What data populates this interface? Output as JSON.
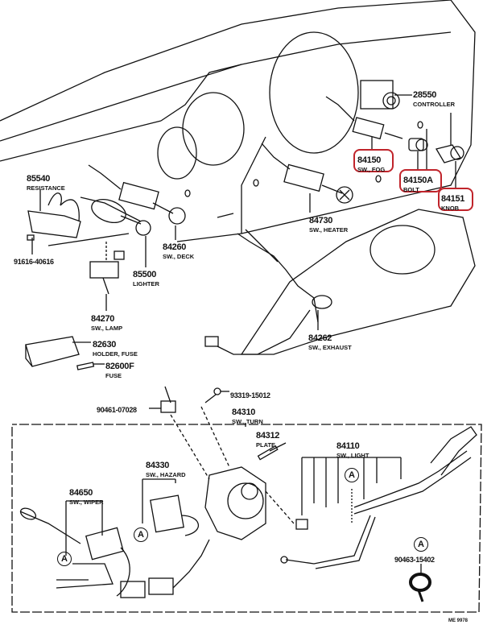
{
  "parts": [
    {
      "number": "28550",
      "name": "CONTROLLER"
    },
    {
      "number": "84150",
      "name": "SW., FOG",
      "highlighted": true
    },
    {
      "number": "84150A",
      "name": "BOLT",
      "highlighted": true
    },
    {
      "number": "84151",
      "name": "KNOB",
      "highlighted": true
    },
    {
      "number": "85540",
      "name": "RESISTANCE"
    },
    {
      "number": "84730",
      "name": "SW., HEATER"
    },
    {
      "number": "84260",
      "name": "SW., DECK"
    },
    {
      "number": "91616-40616",
      "name": ""
    },
    {
      "number": "85500",
      "name": "LIGHTER"
    },
    {
      "number": "84270",
      "name": "SW., LAMP"
    },
    {
      "number": "82630",
      "name": "HOLDER, FUSE"
    },
    {
      "number": "82600F",
      "name": "FUSE"
    },
    {
      "number": "84262",
      "name": "SW., EXHAUST"
    },
    {
      "number": "93319-15012",
      "name": ""
    },
    {
      "number": "90461-07028",
      "name": ""
    },
    {
      "number": "84310",
      "name": "SW., TURN"
    },
    {
      "number": "84312",
      "name": "PLATE"
    },
    {
      "number": "84330",
      "name": "SW., HAZARD"
    },
    {
      "number": "84650",
      "name": "SW., WIPER"
    },
    {
      "number": "84110",
      "name": "SW., LIGHT"
    },
    {
      "number": "90463-15402",
      "name": ""
    }
  ],
  "reference_marker": "A",
  "drawing_code": "ME 9978",
  "colors": {
    "highlight": "#c0242b",
    "line": "#111111"
  }
}
